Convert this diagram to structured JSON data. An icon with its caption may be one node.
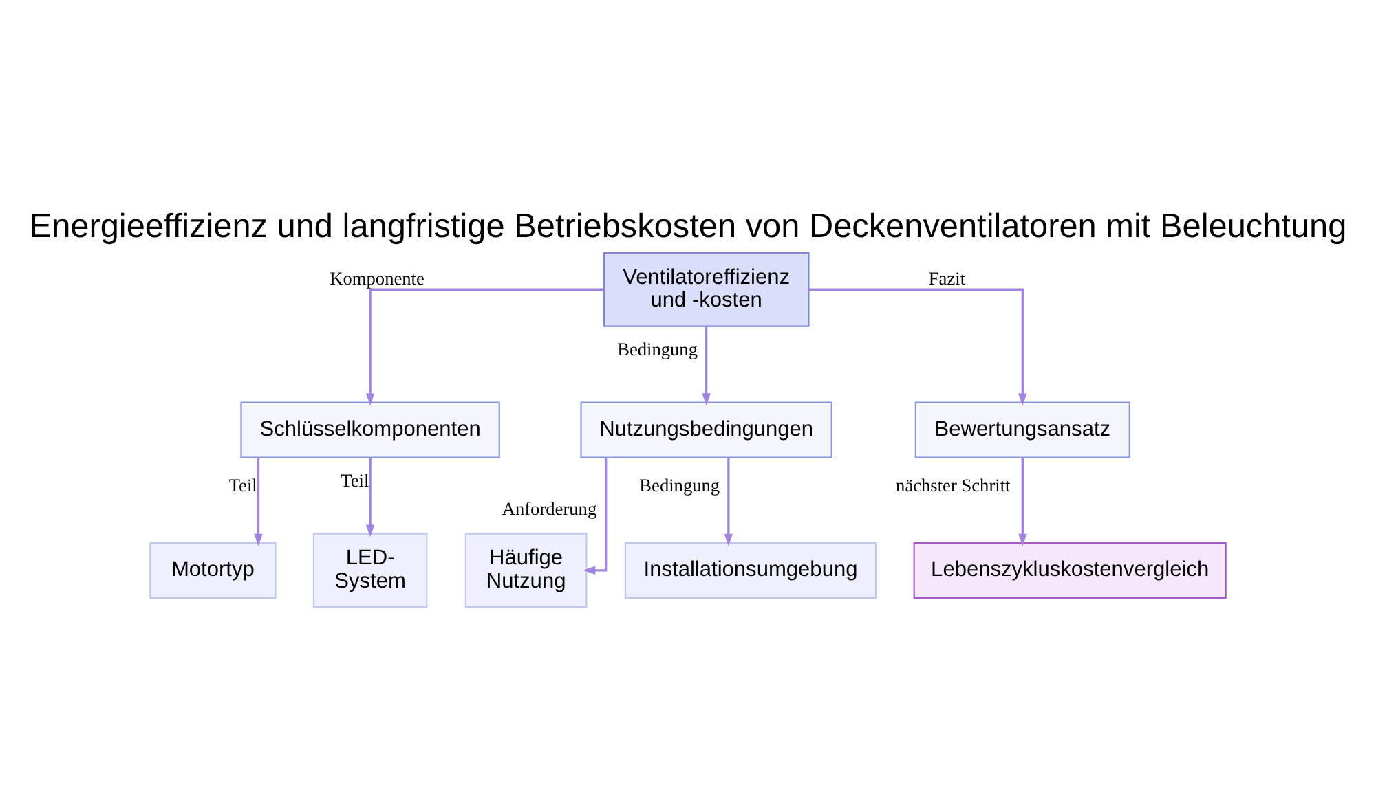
{
  "diagram": {
    "title": "Energieeffizienz und langfristige Betriebskosten von Deckenventilatoren mit Beleuchtung",
    "nodes": [
      {
        "text": [
          "Ventilatoreffizienz und -kosten"
        ]
      },
      {
        "text": [
          "Schlüsselkomponenten"
        ]
      },
      {
        "text": [
          "Nutzungsbedingungen"
        ]
      },
      {
        "text": [
          "Bewertungsansatz"
        ]
      },
      {
        "text": [
          "Motortyp"
        ]
      },
      {
        "text": [
          "LED-System"
        ]
      },
      {
        "text": [
          "Häufige Nutzung"
        ]
      },
      {
        "text": [
          "Installationsumgebung"
        ]
      },
      {
        "text": [
          "Lebenszykluskostenvergleich"
        ]
      }
    ],
    "edges": [
      {
        "from": 0,
        "to": 1,
        "arrow": "to",
        "label": "Komponente"
      },
      {
        "from": 0,
        "to": 2,
        "arrow": "to",
        "label": "Bedingung"
      },
      {
        "from": 0,
        "to": 3,
        "arrow": "to",
        "label": "Fazit"
      },
      {
        "from": 1,
        "to": 4,
        "arrow": "to",
        "label": "Teil"
      },
      {
        "from": 1,
        "to": 5,
        "arrow": "to",
        "label": "Teil"
      },
      {
        "from": 2,
        "to": 6,
        "arrow": "to",
        "label": "Anforderung"
      },
      {
        "from": 2,
        "to": 7,
        "arrow": "to",
        "label": "Bedingung"
      },
      {
        "from": 3,
        "to": 8,
        "arrow": "to",
        "label": "nächster Schritt"
      }
    ]
  }
}
